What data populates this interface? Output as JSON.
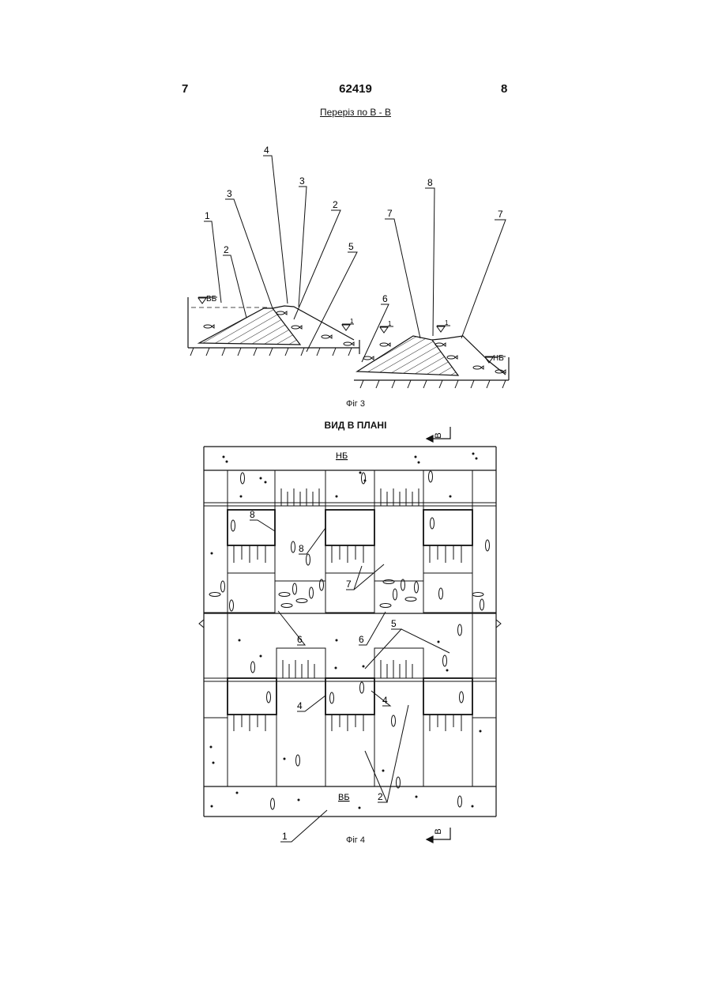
{
  "header": {
    "page_left": "7",
    "doc_number": "62419",
    "page_right": "8"
  },
  "figure3": {
    "section_title": "Переріз по В - В",
    "caption": "Фіг 3",
    "labels": {
      "n1": "1",
      "n2a": "2",
      "n3a": "3",
      "n4": "4",
      "n3b": "3",
      "n2b": "2",
      "n5": "5",
      "n6": "6",
      "n7a": "7",
      "n8": "8",
      "n7b": "7"
    },
    "level_labels": {
      "upper": "ВБ",
      "lower": "НБ",
      "mid_left": "1",
      "mid_right_a": "1",
      "mid_right_b": "1"
    }
  },
  "figure4": {
    "title": "ВИД В ПЛАНІ",
    "caption": "Фіг 4",
    "zone_labels": {
      "top": "НБ",
      "bottom": "ВБ"
    },
    "section_marks": {
      "top": "В",
      "bottom": "В"
    },
    "labels": {
      "n8a": "8",
      "n8b": "8",
      "n7": "7",
      "n6a": "6",
      "n6b": "6",
      "n5": "5",
      "n4a": "4",
      "n4b": "4",
      "n2": "2",
      "n1": "1"
    }
  }
}
